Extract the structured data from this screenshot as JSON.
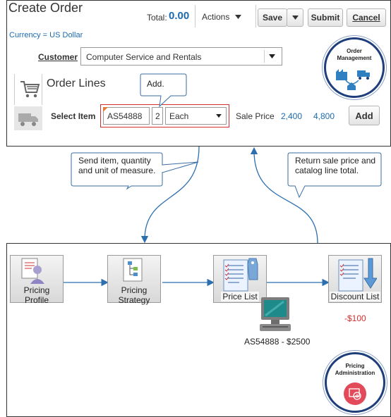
{
  "order": {
    "title": "Create Order",
    "total_label": "Total:",
    "total_value": "0.00",
    "actions_label": "Actions",
    "save_label": "Save",
    "submit_label": "Submit",
    "cancel_label": "Cancel",
    "currency": "Currency = US Dollar",
    "customer_label": "Customer",
    "customer_value": "Computer Service and Rentals",
    "order_lines_title": "Order Lines",
    "select_item_label": "Select Item",
    "item_value": "AS54888",
    "quantity_value": "2",
    "uom_value": "Each",
    "sale_price_label": "Sale Price",
    "sale_price_value": "2,400",
    "line_total_value": "4,800",
    "add_label": "Add",
    "add_callout": "Add.",
    "badge_line1": "Order",
    "badge_line2": "Management"
  },
  "flows": {
    "send_callout": "Send item, quantity and unit of measure.",
    "return_callout": "Return sale price and catalog line total."
  },
  "pricing": {
    "profile_line1": "Pricing",
    "profile_line2": "Profile",
    "strategy_line1": "Pricing",
    "strategy_line2": "Strategy",
    "price_list_label": "Price List",
    "discount_list_label": "Discount List",
    "discount_value": "-$100",
    "item_price": "AS54888 - $2500",
    "badge_line1": "Pricing",
    "badge_line2": "Administration"
  },
  "colors": {
    "accent_blue": "#1a6ab0",
    "badge_border": "#1f3f7a",
    "highlight_red": "#d32f2f",
    "pricing_badge_red": "#e24a5a"
  }
}
